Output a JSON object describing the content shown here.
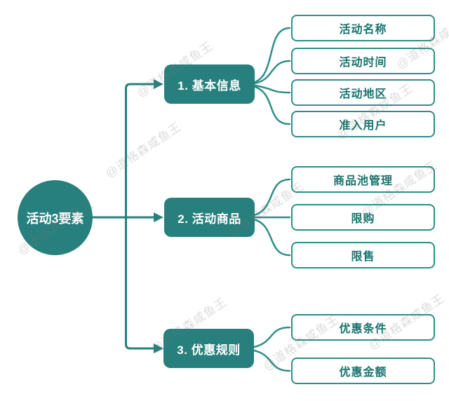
{
  "diagram": {
    "root_label": "活动3要素",
    "branches": [
      {
        "label": "1. 基本信息",
        "children": [
          "活动名称",
          "活动时间",
          "活动地区",
          "准入用户"
        ]
      },
      {
        "label": "2. 活动商品",
        "children": [
          "商品池管理",
          "限购",
          "限售"
        ]
      },
      {
        "label": "3. 优惠规则",
        "children": [
          "优惠条件",
          "优惠金额"
        ]
      }
    ],
    "watermark": "@道格森咸鱼王"
  },
  "colors": {
    "node_fill": "#27807d",
    "leaf_border": "#2f8e8a",
    "leaf_text": "#1a736e",
    "connector": "#2f8e8a",
    "watermark": "#dedede"
  }
}
